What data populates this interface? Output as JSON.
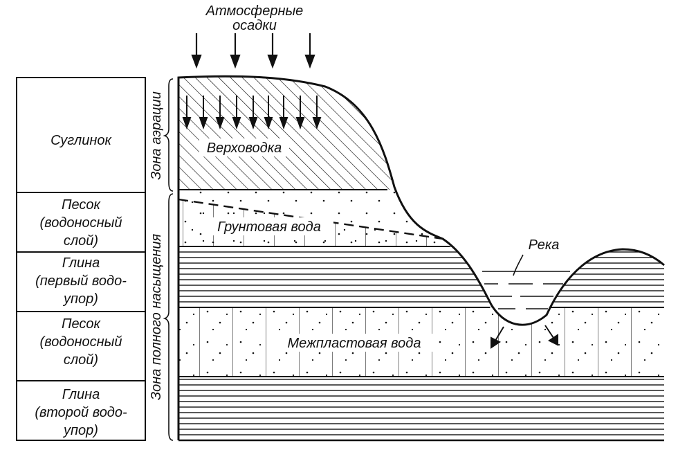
{
  "title": {
    "line1": "Атмосферные",
    "line2": "осадки"
  },
  "strata_column": [
    {
      "lines": [
        "Суглинок"
      ]
    },
    {
      "lines": [
        "Песок",
        "(водоносный",
        "слой)"
      ]
    },
    {
      "lines": [
        "Глина",
        "(первый водо-",
        "упор)"
      ]
    },
    {
      "lines": [
        "Песок",
        "(водоносный",
        "слой)"
      ]
    },
    {
      "lines": [
        "Глина",
        "(второй водо-",
        "упор)"
      ]
    }
  ],
  "zones": {
    "aeration": "Зона аэрации",
    "saturation": "Зона полного насыщения"
  },
  "labels": {
    "perched_water": "Верховодка",
    "ground_water": "Грунтовая вода",
    "river": "Река",
    "interlayer_water": "Межпластовая вода"
  },
  "colors": {
    "ink": "#111111",
    "background": "#ffffff"
  }
}
